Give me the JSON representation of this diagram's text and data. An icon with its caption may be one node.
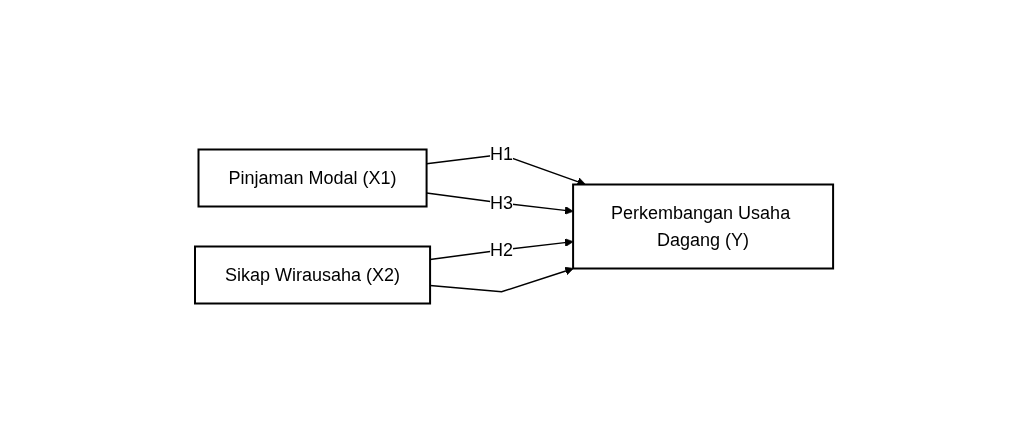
{
  "diagram": {
    "nodes": [
      {
        "text": [
          "Pinjaman Modal (X1)"
        ]
      },
      {
        "text": [
          "Sikap Wirausaha (X2)"
        ]
      },
      {
        "text": [
          "Perkembangan Usaha Dagang (Y)"
        ]
      }
    ],
    "edges": [
      {
        "from": 0,
        "to": 2,
        "arrow": "to",
        "label": "H1"
      },
      {
        "from": 1,
        "to": 2,
        "arrow": "to",
        "label": "H2"
      },
      {
        "from": 0,
        "to": 2,
        "arrow": "to",
        "label": "H3"
      },
      {
        "from": 1,
        "to": 2,
        "arrow": "to"
      }
    ]
  }
}
